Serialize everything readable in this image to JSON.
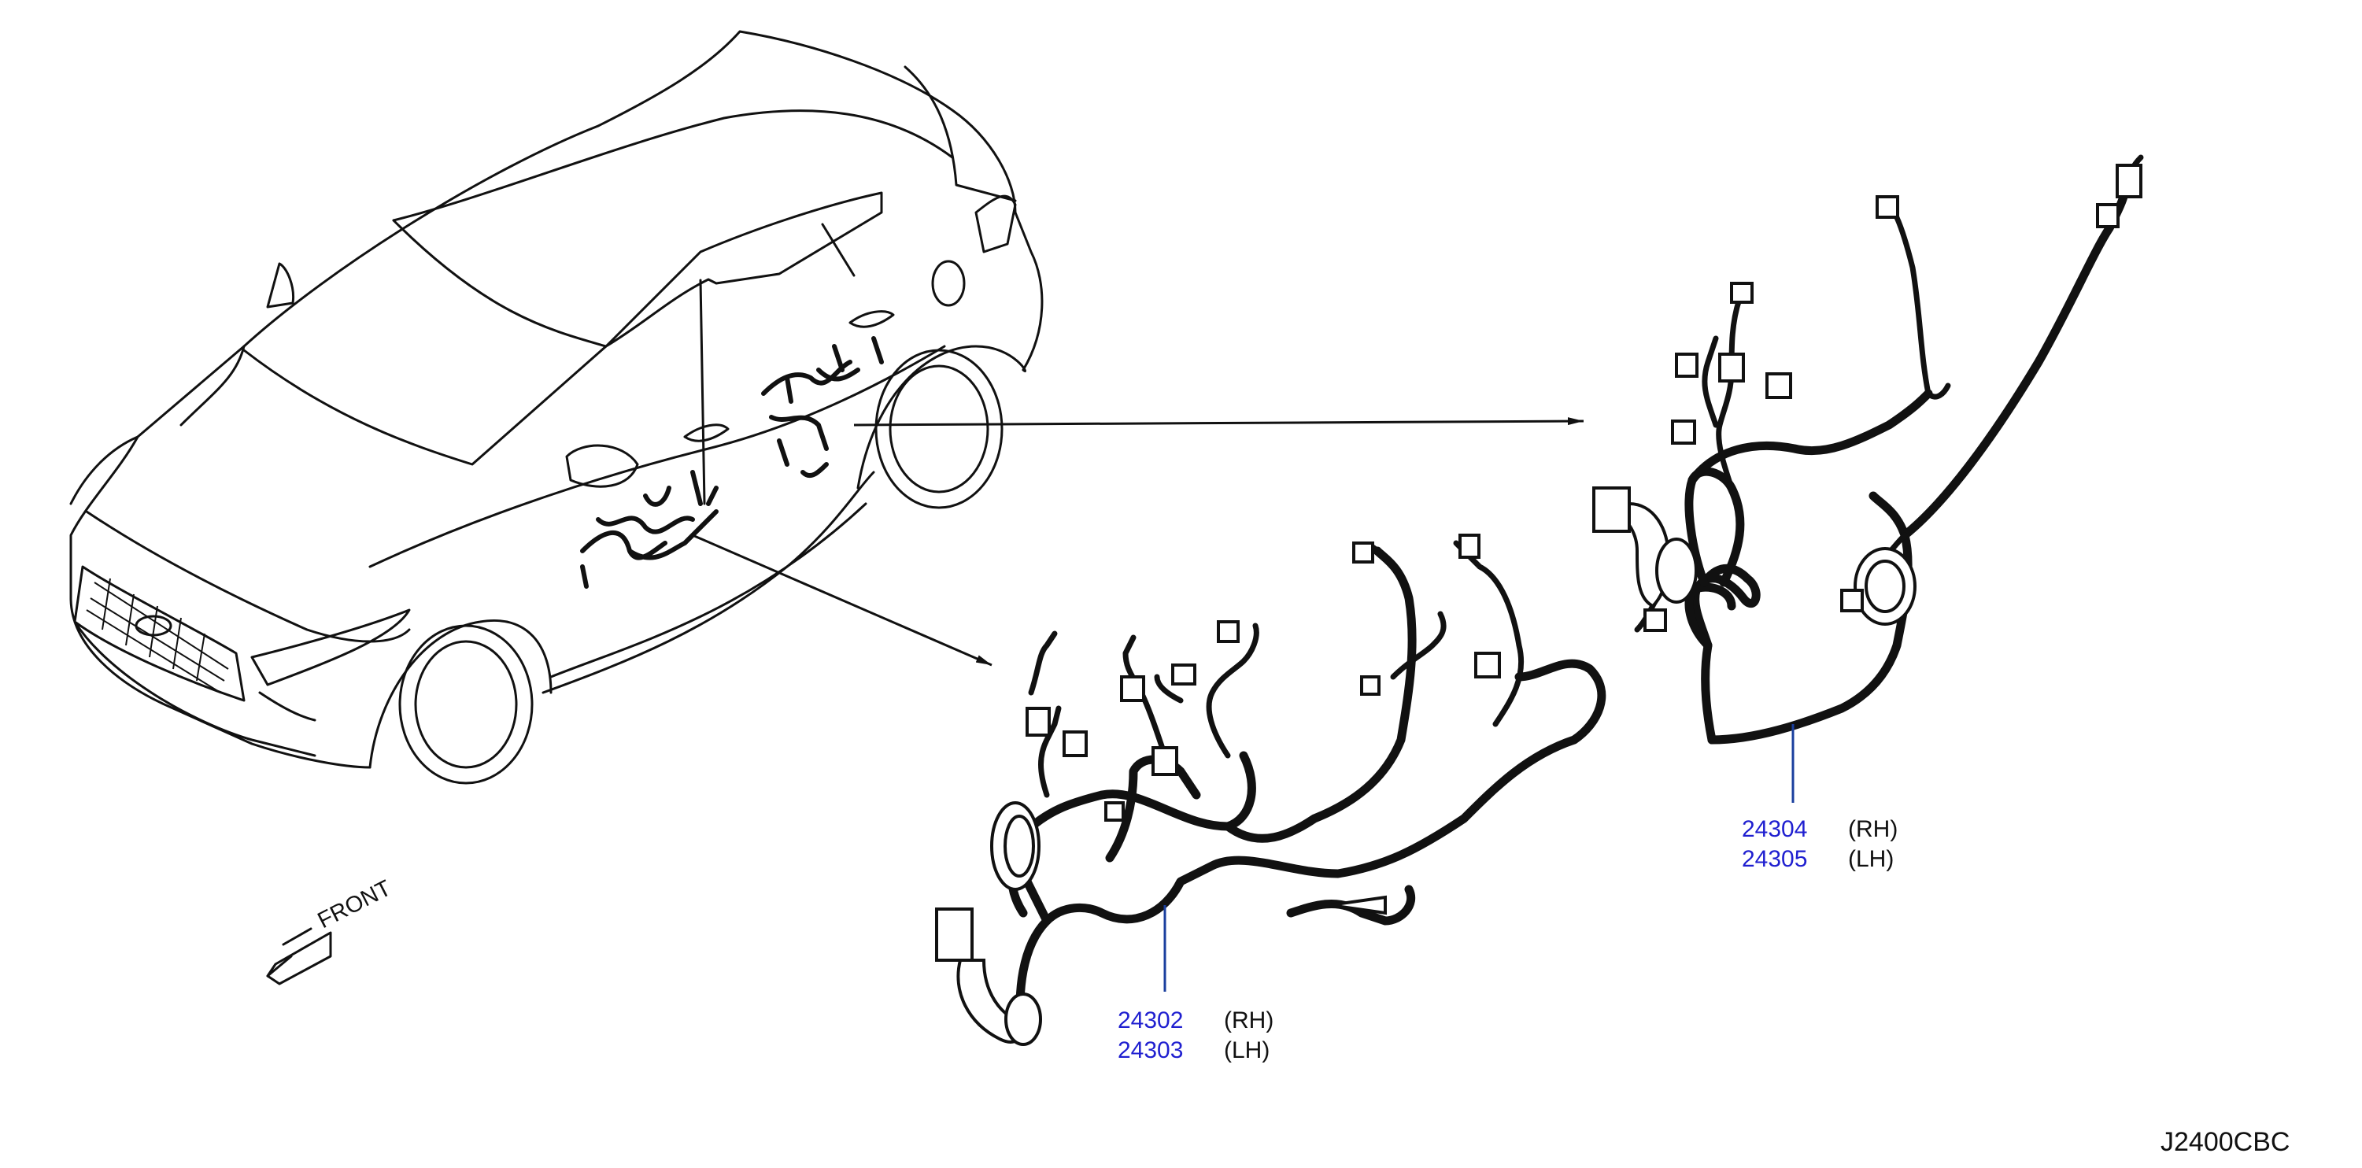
{
  "diagram": {
    "labels": {
      "front": "FRONT",
      "code": "J2400CBC"
    },
    "callouts": [
      {
        "part": "24302",
        "side": "(RH)"
      },
      {
        "part": "24303",
        "side": "(LH)"
      },
      {
        "part": "24304",
        "side": "(RH)"
      },
      {
        "part": "24305",
        "side": "(LH)"
      }
    ],
    "colors": {
      "part_number": "#1f1fd0",
      "leader": "#1a3f9e",
      "line": "#111111"
    }
  }
}
